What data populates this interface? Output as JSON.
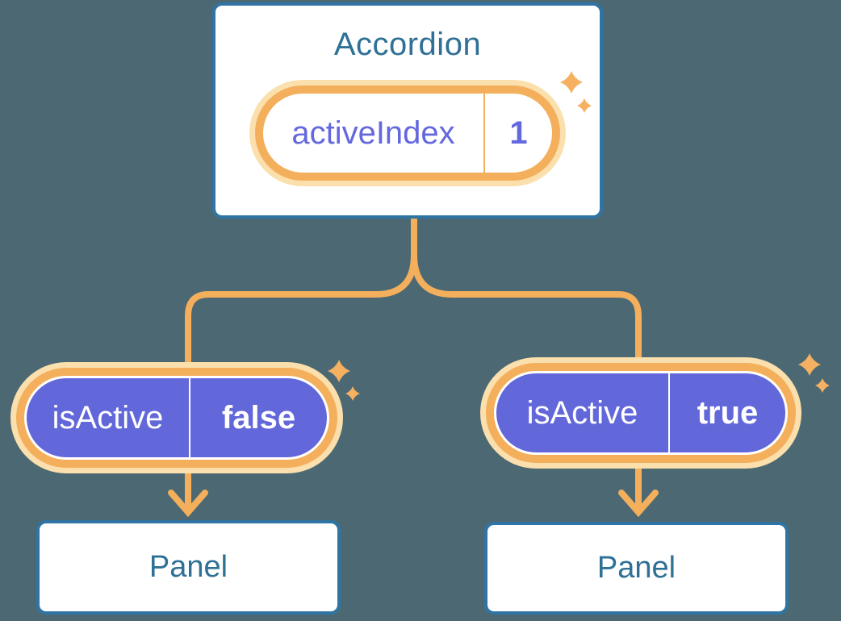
{
  "canvas": {
    "background_color": "#4C6973"
  },
  "colors": {
    "accent_orange": "#F4AF5C",
    "halo_orange": "#FBDFAC",
    "sparkle_orange": "#F5B161",
    "purple_fill": "#6267DA",
    "purple_text": "#6468DE",
    "node_border_blue": "#2F74A4",
    "node_text_blue": "#2F7096",
    "white": "#FFFFFF"
  },
  "accordion": {
    "title": "Accordion",
    "state_pill": {
      "label": "activeIndex",
      "value": "1"
    }
  },
  "children": [
    {
      "prop_pill": {
        "label": "isActive",
        "value": "false"
      },
      "panel": {
        "title": "Panel"
      }
    },
    {
      "prop_pill": {
        "label": "isActive",
        "value": "true"
      },
      "panel": {
        "title": "Panel"
      }
    }
  ],
  "icons": {
    "sparkle": "sparkle-icon (four-point star)",
    "arrow": "arrow-down-icon (orange chevron arrow)"
  }
}
